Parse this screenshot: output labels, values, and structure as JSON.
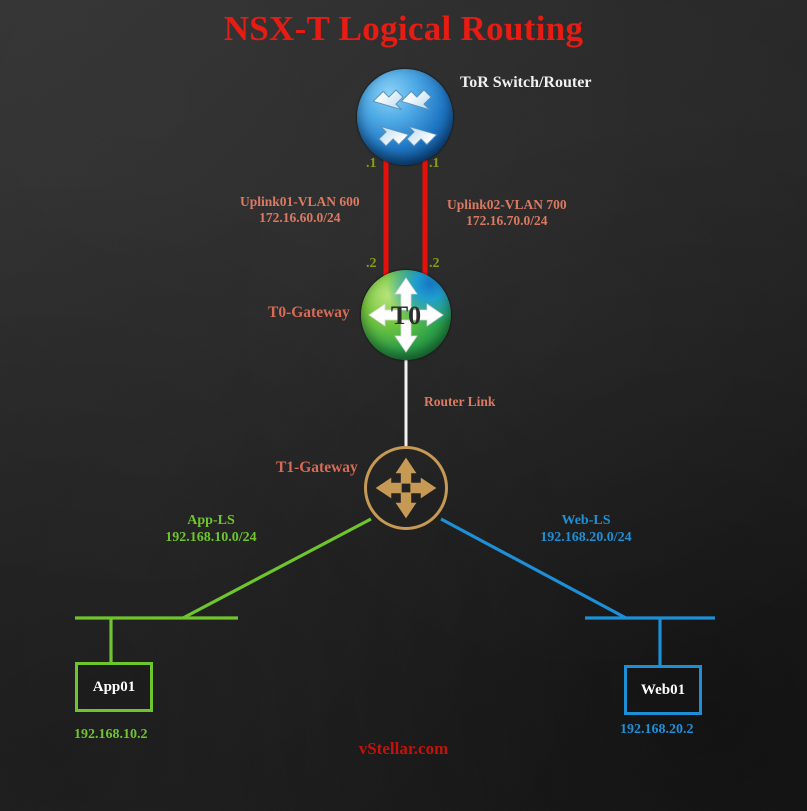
{
  "diagram": {
    "title": "NSX-T Logical Routing",
    "watermark": "vStellar.com",
    "colors": {
      "background": "#2c2c2c",
      "title": "#e81c13",
      "uplink_line": "#e8100a",
      "router_link": "#ffffff",
      "app_segment": "#6fc62d",
      "web_segment": "#1e90d8",
      "label_salmon": "#d96b56",
      "interface_olive": "#8b9c16",
      "tor_sphere": "#2078c6",
      "t0_sphere": "#2fa54a",
      "t1_ring": "#c79b55"
    },
    "nodes": {
      "tor": {
        "label": "ToR Switch/Router",
        "icon": "switch-sphere-icon"
      },
      "t0": {
        "label": "T0-Gateway",
        "icon": "router-sphere-icon",
        "badge": "T0"
      },
      "t1": {
        "label": "T1-Gateway",
        "icon": "router-ring-icon"
      }
    },
    "uplinks": [
      {
        "name": "Uplink01-VLAN 600",
        "subnet": "172.16.60.0/24",
        "tor_interface": ".1",
        "gateway_interface": ".2"
      },
      {
        "name": "Uplink02-VLAN 700",
        "subnet": "172.16.70.0/24",
        "tor_interface": ".1",
        "gateway_interface": ".2"
      }
    ],
    "router_link": {
      "label": "Router Link"
    },
    "segments": [
      {
        "name": "App-LS",
        "subnet": "192.168.10.0/24",
        "color": "#6fc62d",
        "vm": {
          "name": "App01",
          "ip": "192.168.10.2"
        }
      },
      {
        "name": "Web-LS",
        "subnet": "192.168.20.0/24",
        "color": "#1e90d8",
        "vm": {
          "name": "Web01",
          "ip": "192.168.20.2"
        }
      }
    ]
  }
}
